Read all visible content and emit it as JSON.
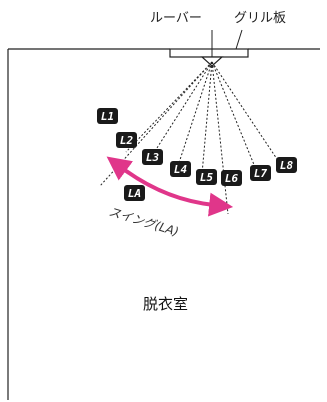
{
  "labels": {
    "louver": "ルーバー",
    "grill": "グリル板",
    "swing": "スイング(LA)",
    "room": "脱衣室"
  },
  "positions": [
    {
      "code": "L1"
    },
    {
      "code": "L2"
    },
    {
      "code": "L3"
    },
    {
      "code": "L4"
    },
    {
      "code": "L5"
    },
    {
      "code": "L6"
    },
    {
      "code": "L7"
    },
    {
      "code": "L8"
    },
    {
      "code": "LA"
    }
  ],
  "colors": {
    "accent": "#e0368a",
    "badge": "#1a1a1a",
    "line": "#222222"
  }
}
